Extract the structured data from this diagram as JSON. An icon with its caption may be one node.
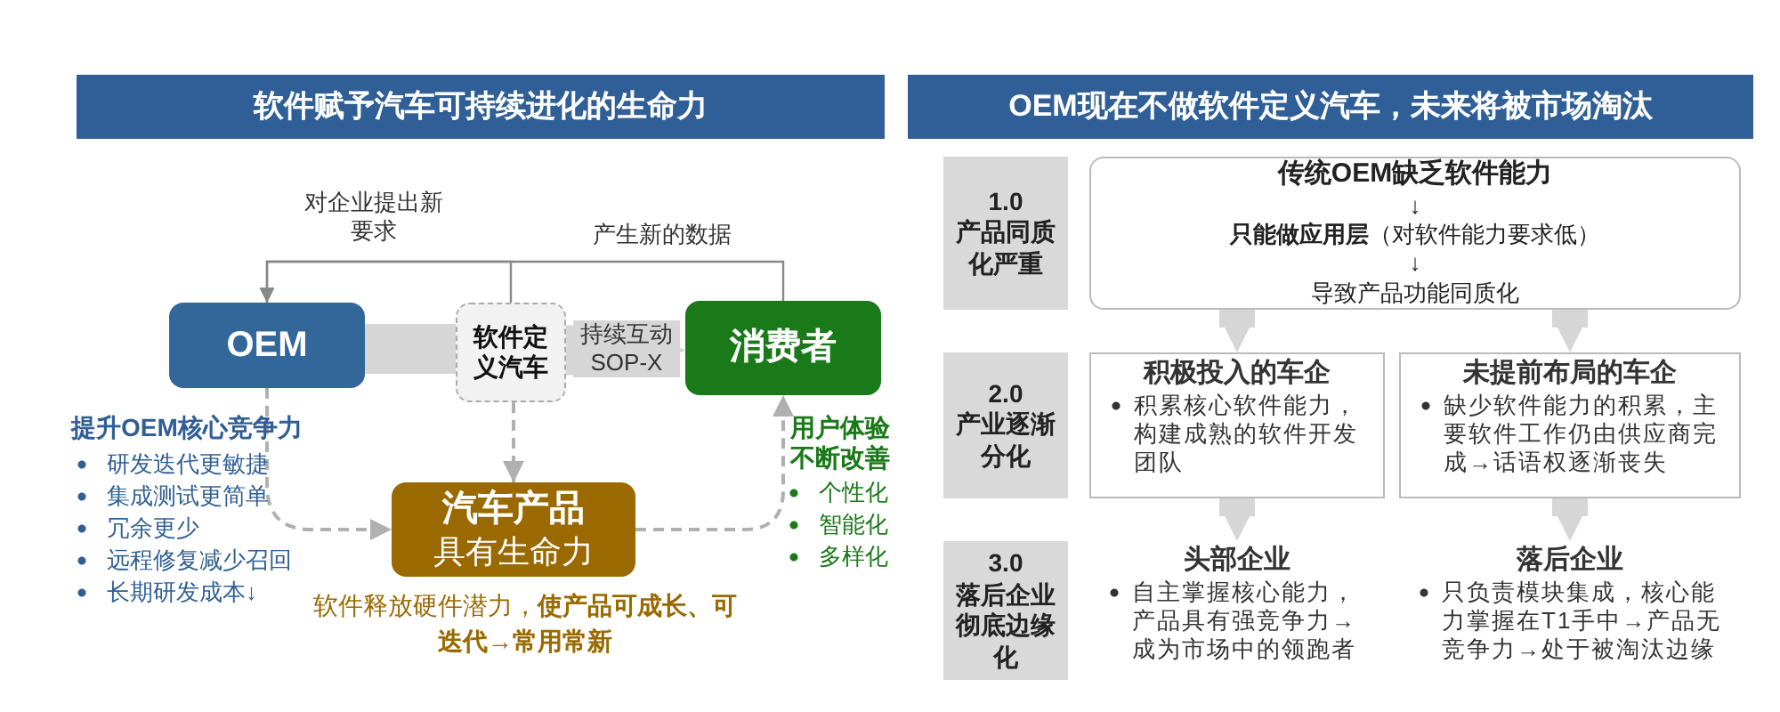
{
  "diagram": {
    "nodes": [
      {
        "text": [
          "软件赋予汽车可持续进化的生命力"
        ]
      },
      {
        "text": [
          "OEM"
        ]
      },
      {
        "text": [
          "软件定义汽车"
        ]
      },
      {
        "text": [
          "消费者"
        ]
      },
      {
        "text": [
          "汽车产品",
          "具有生命力"
        ],
        "beside": [
          "软件释放硬件潜力，**使产品可成长、可迭代→常用常新**"
        ]
      },
      {
        "text": [
          "OEM现在不做软件定义汽车，未来将被市场淘汰"
        ]
      },
      {
        "text": [
          "1.0",
          "产品同质化严重"
        ]
      },
      {
        "text": [
          "传统OEM缺乏软件能力",
          "↓",
          "**只能做应用层**（对软件能力要求低）",
          "↓",
          "导致产品功能同质化"
        ]
      },
      {
        "text": [
          "2.0",
          "产业逐渐分化"
        ]
      },
      {
        "text": [
          "积极投入的车企",
          "积累核心软件能力，构建成熟的软件开发团队"
        ]
      },
      {
        "text": [
          "未提前布局的车企",
          "缺少软件能力的积累，主要软件工作仍由供应商完成→话语权逐渐丧失"
        ]
      },
      {
        "text": [
          "3.0",
          "落后企业彻底边缘化"
        ]
      },
      {
        "text": [
          "头部企业",
          "自主掌握核心能力，产品具有强竞争力→成为市场中的领跑者"
        ]
      },
      {
        "text": [
          "落后企业",
          "只负责模块集成，核心能力掌握在T1手中→产品无竞争力→处于被淘汰边缘"
        ]
      }
    ],
    "edges": [
      {
        "from": 1,
        "to": 2,
        "arrow": "none"
      },
      {
        "from": 2,
        "to": 3,
        "arrow": "to",
        "label": "持续互动 SOP-X"
      },
      {
        "from": 3,
        "to": 1,
        "arrow": "to",
        "label": "产生新的数据",
        "color": "#888888"
      },
      {
        "from": 2,
        "to": 1,
        "arrow": "to",
        "label": "对企业提出新要求",
        "color": "#888888"
      },
      {
        "from": 2,
        "to": 4,
        "arrow": "to",
        "style": "dashed"
      },
      {
        "from": 1,
        "to": 4,
        "arrow": "to",
        "style": "dashed"
      },
      {
        "from": 4,
        "to": 3,
        "arrow": "to",
        "style": "dashed"
      },
      {
        "from": 7,
        "to": 9,
        "arrow": "to"
      },
      {
        "from": 7,
        "to": 10,
        "arrow": "to"
      },
      {
        "from": 9,
        "to": 12,
        "arrow": "to"
      },
      {
        "from": 10,
        "to": 13,
        "arrow": "to"
      }
    ],
    "labels": [
      "提升OEM核心竞争力",
      "研发迭代更敏捷",
      "集成测试更简单",
      "冗余更少",
      "远程修复减少召回",
      "长期研发成本↓",
      "用户体验不断改善",
      "个性化",
      "智能化",
      "多样化"
    ]
  }
}
